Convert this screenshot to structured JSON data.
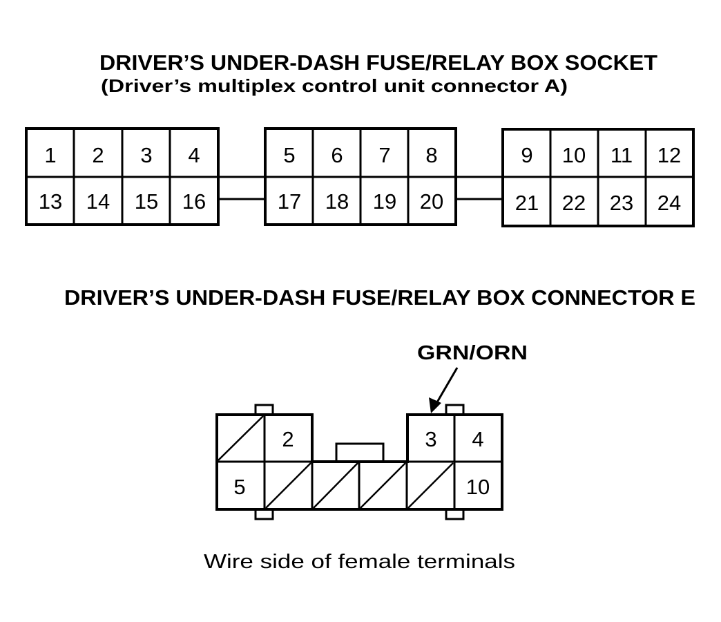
{
  "socket": {
    "title": "DRIVER’S UNDER-DASH FUSE/RELAY BOX SOCKET",
    "subtitle": "(Driver’s multiplex control unit connector A)",
    "blocks": [
      {
        "top": [
          "1",
          "2",
          "3",
          "4"
        ],
        "bottom": [
          "13",
          "14",
          "15",
          "16"
        ]
      },
      {
        "top": [
          "5",
          "6",
          "7",
          "8"
        ],
        "bottom": [
          "17",
          "18",
          "19",
          "20"
        ]
      },
      {
        "top": [
          "9",
          "10",
          "11",
          "12"
        ],
        "bottom": [
          "21",
          "22",
          "23",
          "24"
        ]
      }
    ]
  },
  "connector_e": {
    "title": "DRIVER’S UNDER-DASH FUSE/RELAY BOX CONNECTOR E",
    "wire_label": "GRN/ORN",
    "caption": "Wire side of female terminals",
    "top_left": [
      "",
      "2"
    ],
    "top_right": [
      "3",
      "4"
    ],
    "bottom": [
      "5",
      "",
      "",
      "",
      "",
      "10"
    ]
  }
}
